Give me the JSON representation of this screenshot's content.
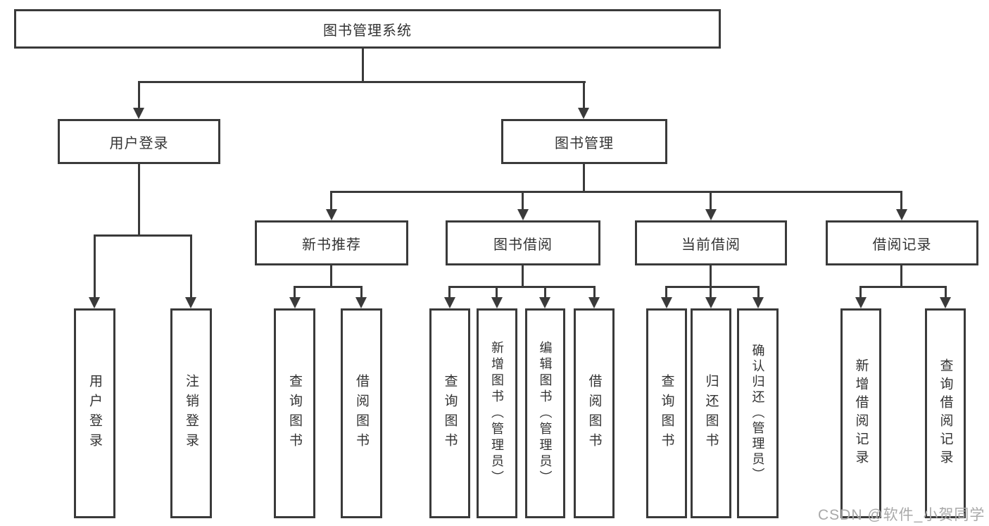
{
  "diagram": {
    "colors": {
      "line": "#3a3a3a",
      "text": "#333333",
      "background": "#ffffff",
      "watermark_text_color": "#a9a9a9"
    },
    "watermark": "CSDN @软件_小贺同学",
    "tree": {
      "root": {
        "label": "图书管理系统",
        "children": [
          {
            "label": "用户登录",
            "children": [
              {
                "label": "用户登录"
              },
              {
                "label": "注销登录"
              }
            ]
          },
          {
            "label": "图书管理",
            "children": [
              {
                "label": "新书推荐",
                "children": [
                  {
                    "label": "查询图书"
                  },
                  {
                    "label": "借阅图书"
                  }
                ]
              },
              {
                "label": "图书借阅",
                "children": [
                  {
                    "label": "查询图书"
                  },
                  {
                    "label": "新增图书（管理员）"
                  },
                  {
                    "label": "编辑图书（管理员）"
                  },
                  {
                    "label": "借阅图书"
                  }
                ]
              },
              {
                "label": "当前借阅",
                "children": [
                  {
                    "label": "查询图书"
                  },
                  {
                    "label": "归还图书"
                  },
                  {
                    "label": "确认归还（管理员）"
                  }
                ]
              },
              {
                "label": "借阅记录",
                "children": [
                  {
                    "label": "新增借阅记录"
                  },
                  {
                    "label": "查询借阅记录"
                  }
                ]
              }
            ]
          }
        ]
      }
    }
  }
}
